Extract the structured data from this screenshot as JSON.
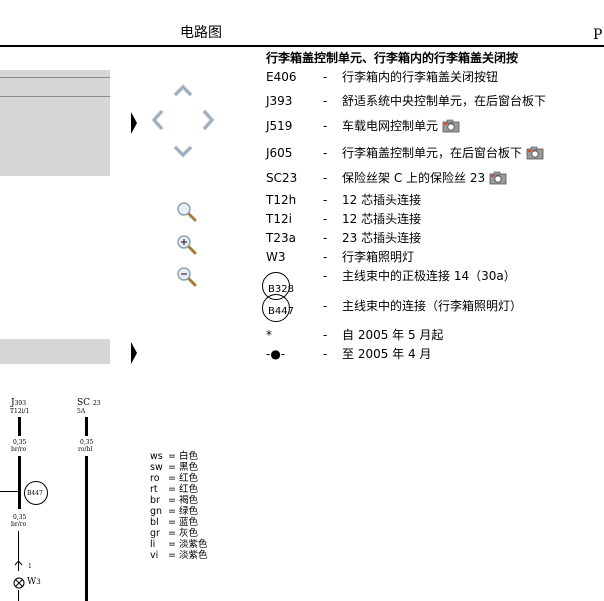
{
  "header": {
    "title": "电路图",
    "page": "P"
  },
  "legend": {
    "heading": "行李箱盖控制单元、行李箱内的行李箱盖关闭按",
    "dash": "-",
    "items": [
      {
        "code": "E406",
        "desc": "行李箱内的行李箱盖关闭按钮"
      },
      {
        "code": "J393",
        "desc": "舒适系统中央控制单元，在后窗台板下"
      },
      {
        "code": "J519",
        "desc": "车载电网控制单元"
      },
      {
        "code": "J605",
        "desc": "行李箱盖控制单元，在后窗台板下"
      },
      {
        "code": "SC23",
        "desc": "保险丝架 C 上的保险丝 23"
      },
      {
        "code": "T12h",
        "desc": "12 芯插头连接"
      },
      {
        "code": "T12i",
        "desc": "12 芯插头连接"
      },
      {
        "code": "T23a",
        "desc": "23 芯插头连接"
      },
      {
        "code": "W3",
        "desc": "行李箱照明灯"
      },
      {
        "code": "B328",
        "desc": "主线束中的正极连接 14（30a）"
      },
      {
        "code": "B447",
        "desc": "主线束中的连接（行李箱照明灯）"
      },
      {
        "code": "*",
        "desc": "自 2005 年 5 月起"
      },
      {
        "code": "-●-",
        "desc": "至 2005 年 4 月"
      }
    ]
  },
  "diagram": {
    "j393": {
      "name": "J",
      "num": "393",
      "pin": "T12i/1",
      "wire1_size": "0,35",
      "wire1_color": "br/ro",
      "wire2_size": "0,35",
      "wire2_color": "br/ro",
      "connector": "B447",
      "pin_num": "1",
      "lamp": "W",
      "lamp_num": "3"
    },
    "sc23": {
      "name": "SC",
      "num": "23",
      "rating": "5A",
      "wire_size": "0,35",
      "wire_color": "ro/bl"
    }
  },
  "color_codes": [
    {
      "code": "ws",
      "name": "白色"
    },
    {
      "code": "sw",
      "name": "黑色"
    },
    {
      "code": "ro",
      "name": "红色"
    },
    {
      "code": "rt",
      "name": "红色"
    },
    {
      "code": "br",
      "name": "褐色"
    },
    {
      "code": "gn",
      "name": "绿色"
    },
    {
      "code": "bl",
      "name": "蓝色"
    },
    {
      "code": "gr",
      "name": "灰色"
    },
    {
      "code": "li",
      "name": "淡紫色"
    },
    {
      "code": "vi",
      "name": "淡紫色"
    }
  ],
  "icons": [
    "nav-up-icon",
    "nav-left-icon",
    "nav-right-icon",
    "nav-down-icon",
    "zoom-icon",
    "zoom-in-icon",
    "zoom-out-icon",
    "camera-icon",
    "marker-arrow-icon"
  ]
}
